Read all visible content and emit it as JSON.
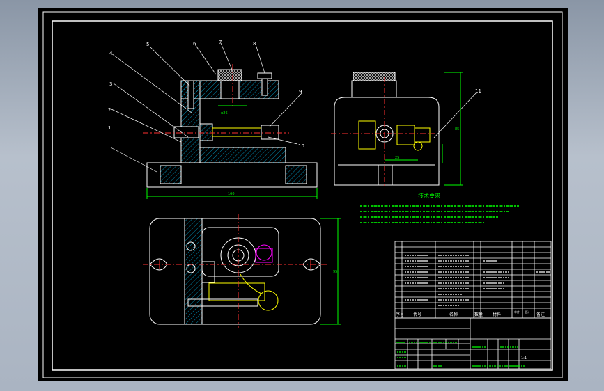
{
  "colors": {
    "line": "#ffffff",
    "hatch": "#00d0ff",
    "center": "#ff3030",
    "dim": "#00ff00",
    "part": "#ffff00",
    "highlight": "#ff00ff",
    "note": "#00ff00",
    "grid": "#ffffff"
  },
  "balloons": [
    "1",
    "2",
    "3",
    "4",
    "5",
    "6",
    "7",
    "8",
    "9",
    "10",
    "11"
  ],
  "tech_title": "技术要求",
  "tables": {
    "headers": [
      "序号",
      "代号",
      "名称",
      "数量",
      "材料",
      "单件",
      "总计",
      "备注"
    ]
  },
  "title_block": {
    "scale": "1:1"
  }
}
